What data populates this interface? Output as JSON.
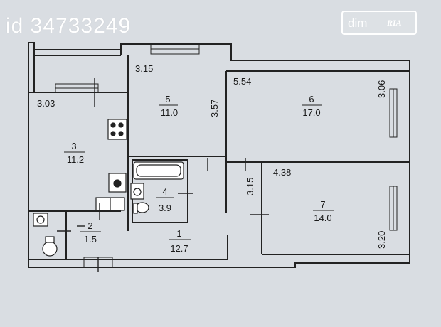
{
  "watermark": {
    "listing_id": "id 34733249",
    "logo_primary": "dim",
    "logo_secondary": "RIA"
  },
  "rooms": [
    {
      "number": "1",
      "area": "12.7"
    },
    {
      "number": "2",
      "area": "1.5"
    },
    {
      "number": "3",
      "area": "11.2"
    },
    {
      "number": "4",
      "area": "3.9"
    },
    {
      "number": "5",
      "area": "11.0"
    },
    {
      "number": "6",
      "area": "17.0"
    },
    {
      "number": "7",
      "area": "14.0"
    }
  ],
  "dimensions": {
    "room5_width": "3.15",
    "room5_depth": "3.57",
    "room3_width": "3.03",
    "room6_width": "5.54",
    "room6_depth": "3.06",
    "corridor_width": "3.15",
    "room7_width": "4.38",
    "room7_depth": "3.20"
  },
  "colors": {
    "background": "#d9dde2",
    "wall": "#222222"
  }
}
